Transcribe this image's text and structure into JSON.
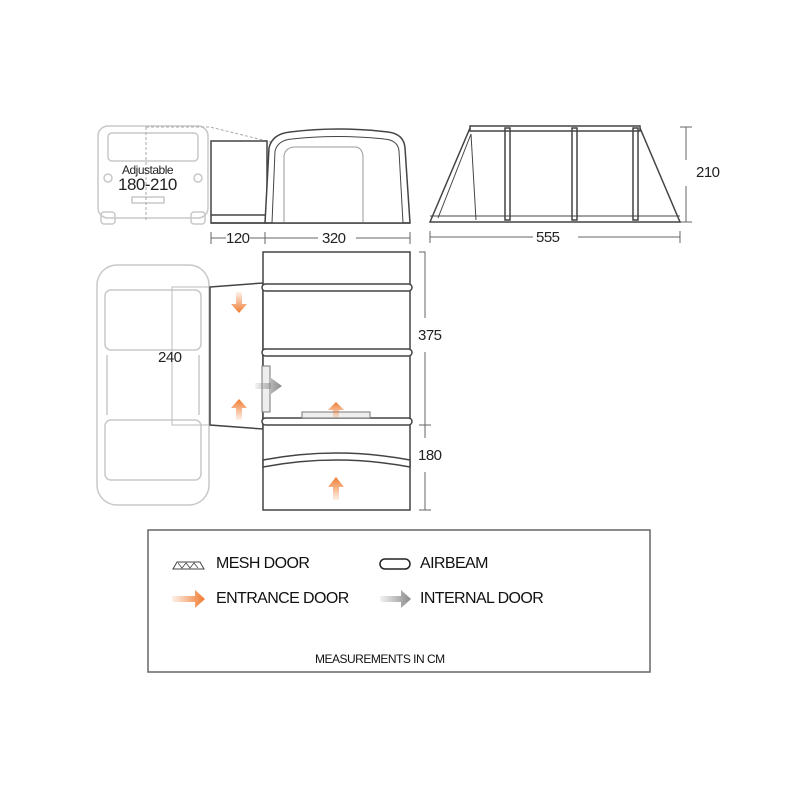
{
  "dimensions": {
    "adjustable_label": "Adjustable",
    "adjustable_range": "180-210",
    "tunnel_length": "120",
    "tent_length": "320",
    "total_length": "555",
    "height": "210",
    "tent_width": "375",
    "tunnel_width": "240",
    "porch_depth": "180"
  },
  "legend": {
    "mesh_door": "MESH DOOR",
    "airbeam": "AIRBEAM",
    "entrance_door": "ENTRANCE DOOR",
    "internal_door": "INTERNAL DOOR",
    "footnote": "MEASUREMENTS IN CM"
  },
  "colors": {
    "entrance_arrow": "#f07a30",
    "internal_arrow": "#8a8a8a",
    "outline": "#555555",
    "vehicle": "#c8c8c8"
  }
}
